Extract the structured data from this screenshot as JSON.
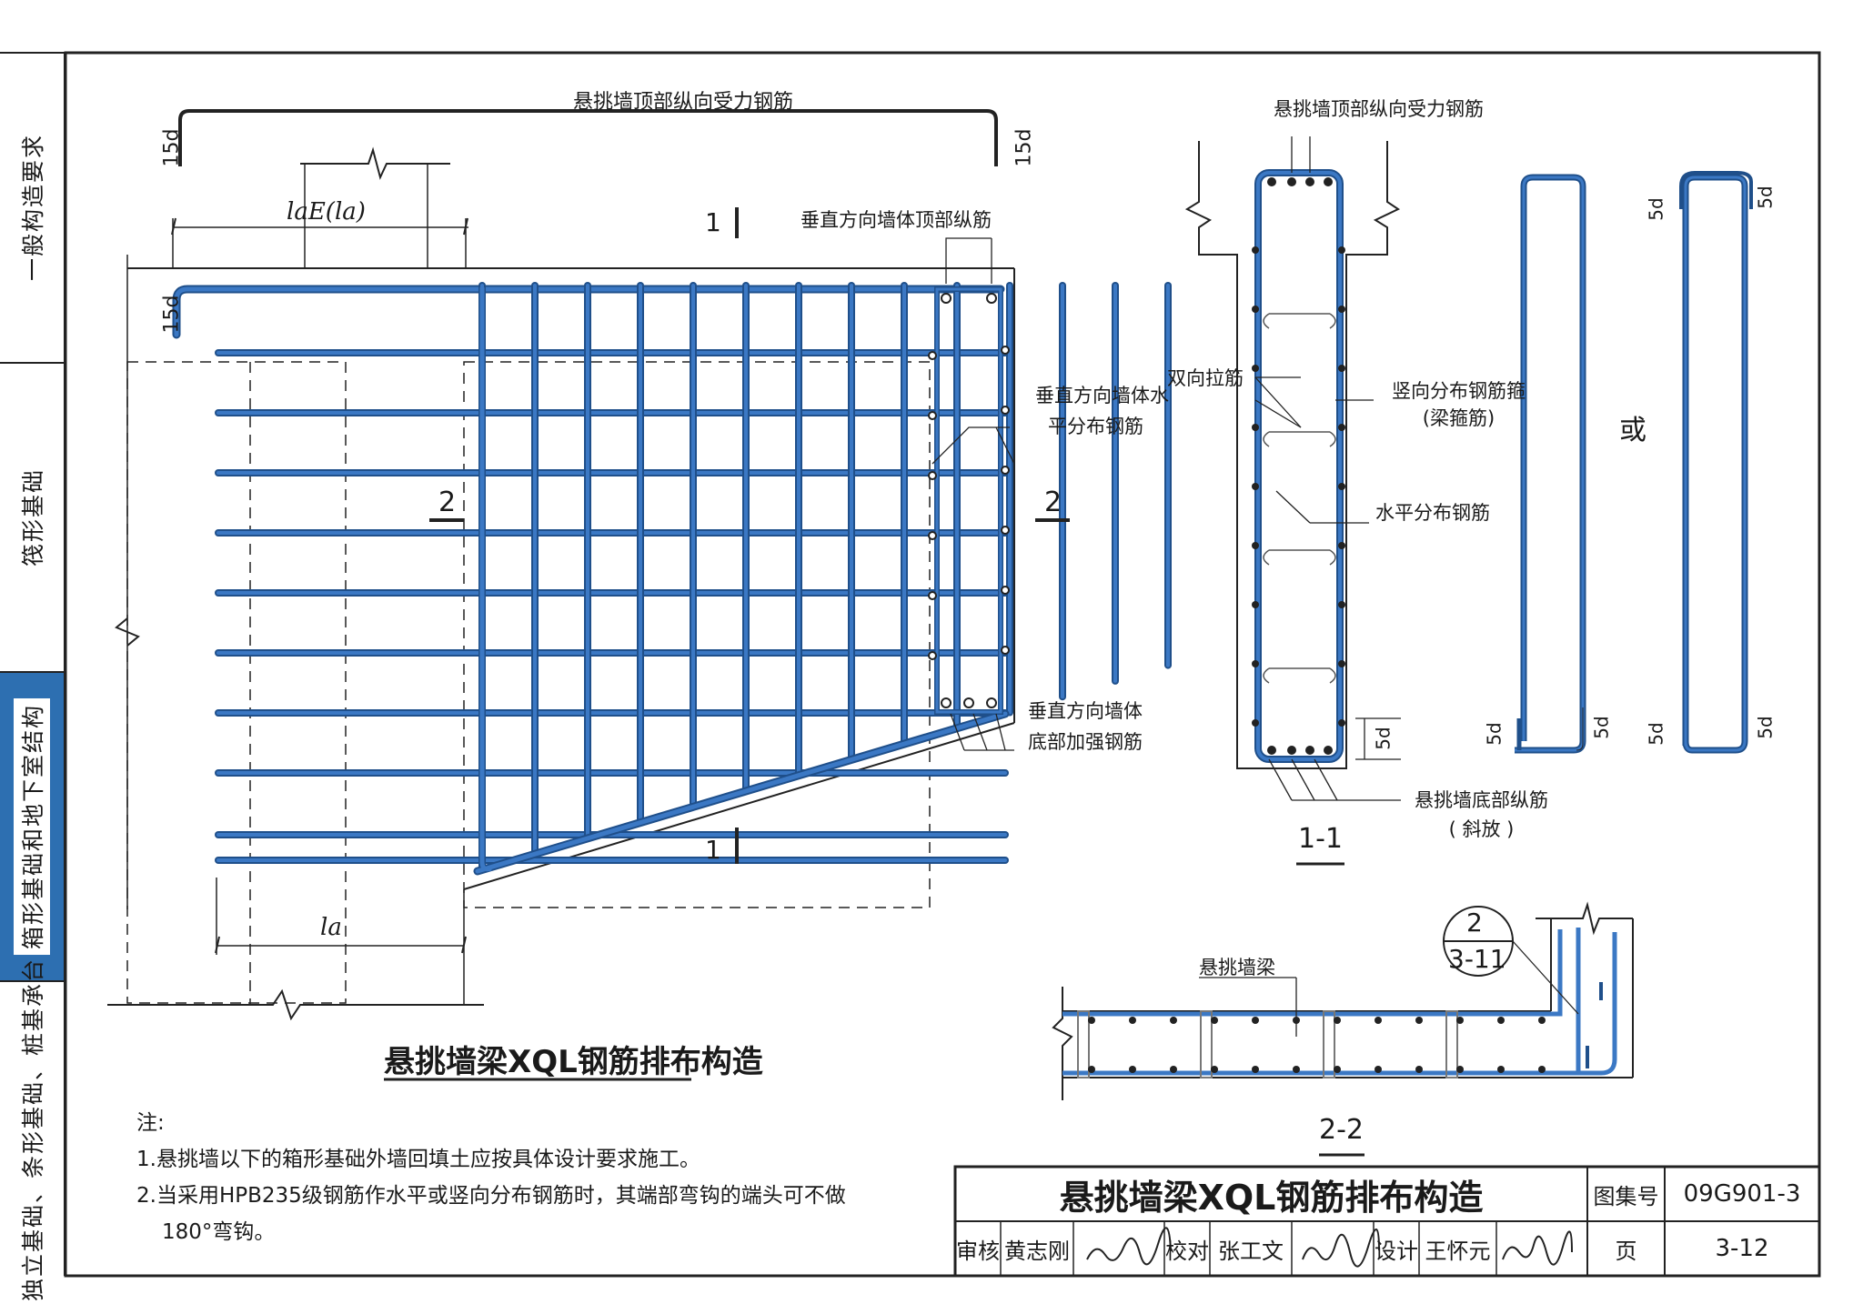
{
  "sidebar": {
    "tabs": [
      {
        "label": "一般构造要求"
      },
      {
        "label": "筏形基础"
      },
      {
        "label": "箱形基础和地下室结构"
      },
      {
        "label": "独立基础、条形基础、桩基承台"
      }
    ],
    "active_index": 2
  },
  "main_drawing": {
    "title": "悬挑墙梁XQL钢筋排布构造",
    "top_rebar_label": "悬挑墙顶部纵向受力钢筋",
    "bend_15d": "15d",
    "anchor_laE": "laE(la)",
    "anchor_la": "la",
    "section_1": "1",
    "section_2": "2",
    "label_vertical_top": "垂直方向墙体顶部纵筋",
    "label_vertical_horizontal_line1": "垂直方向墙体水",
    "label_vertical_horizontal_line2": "平分布钢筋",
    "label_vertical_bottom_line1": "垂直方向墙体",
    "label_vertical_bottom_line2": "底部加强钢筋"
  },
  "section_1_1": {
    "title": "1-1",
    "top_label": "悬挑墙顶部纵向受力钢筋",
    "tie_label": "双向拉筋",
    "vertical_dist_label": "竖向分布钢筋箍",
    "vertical_dist_sub": "(梁箍筋)",
    "horizontal_label": "水平分布钢筋",
    "bottom_label": "悬挑墙底部纵筋",
    "bottom_sub": "( 斜放 )",
    "dim_5d": "5d",
    "or_label": "或"
  },
  "section_2_2": {
    "title": "2-2",
    "beam_label": "悬挑墙梁",
    "detail_ref_top": "2",
    "detail_ref_bottom": "3-11"
  },
  "notes": {
    "heading": "注:",
    "items": [
      "1.悬挑墙以下的箱形基础外墙回填土应按具体设计要求施工。",
      "2.当采用HPB235级钢筋作水平或竖向分布钢筋时，其端部弯钩的端头可不做",
      "180°弯钩。"
    ]
  },
  "title_block": {
    "title": "悬挑墙梁XQL钢筋排布构造",
    "atlas_label": "图集号",
    "atlas_no": "09G901-3",
    "review_label": "审核",
    "reviewer": "黄志刚",
    "check_label": "校对",
    "checker": "张工文",
    "design_label": "设计",
    "designer": "王怀元",
    "page_label": "页",
    "page_no": "3-12"
  },
  "colors": {
    "rebar": "#3b78c4",
    "rebar_edge": "#1f4f8a",
    "ink": "#1a1a1a",
    "accent_tab": "#2d6fb1"
  }
}
